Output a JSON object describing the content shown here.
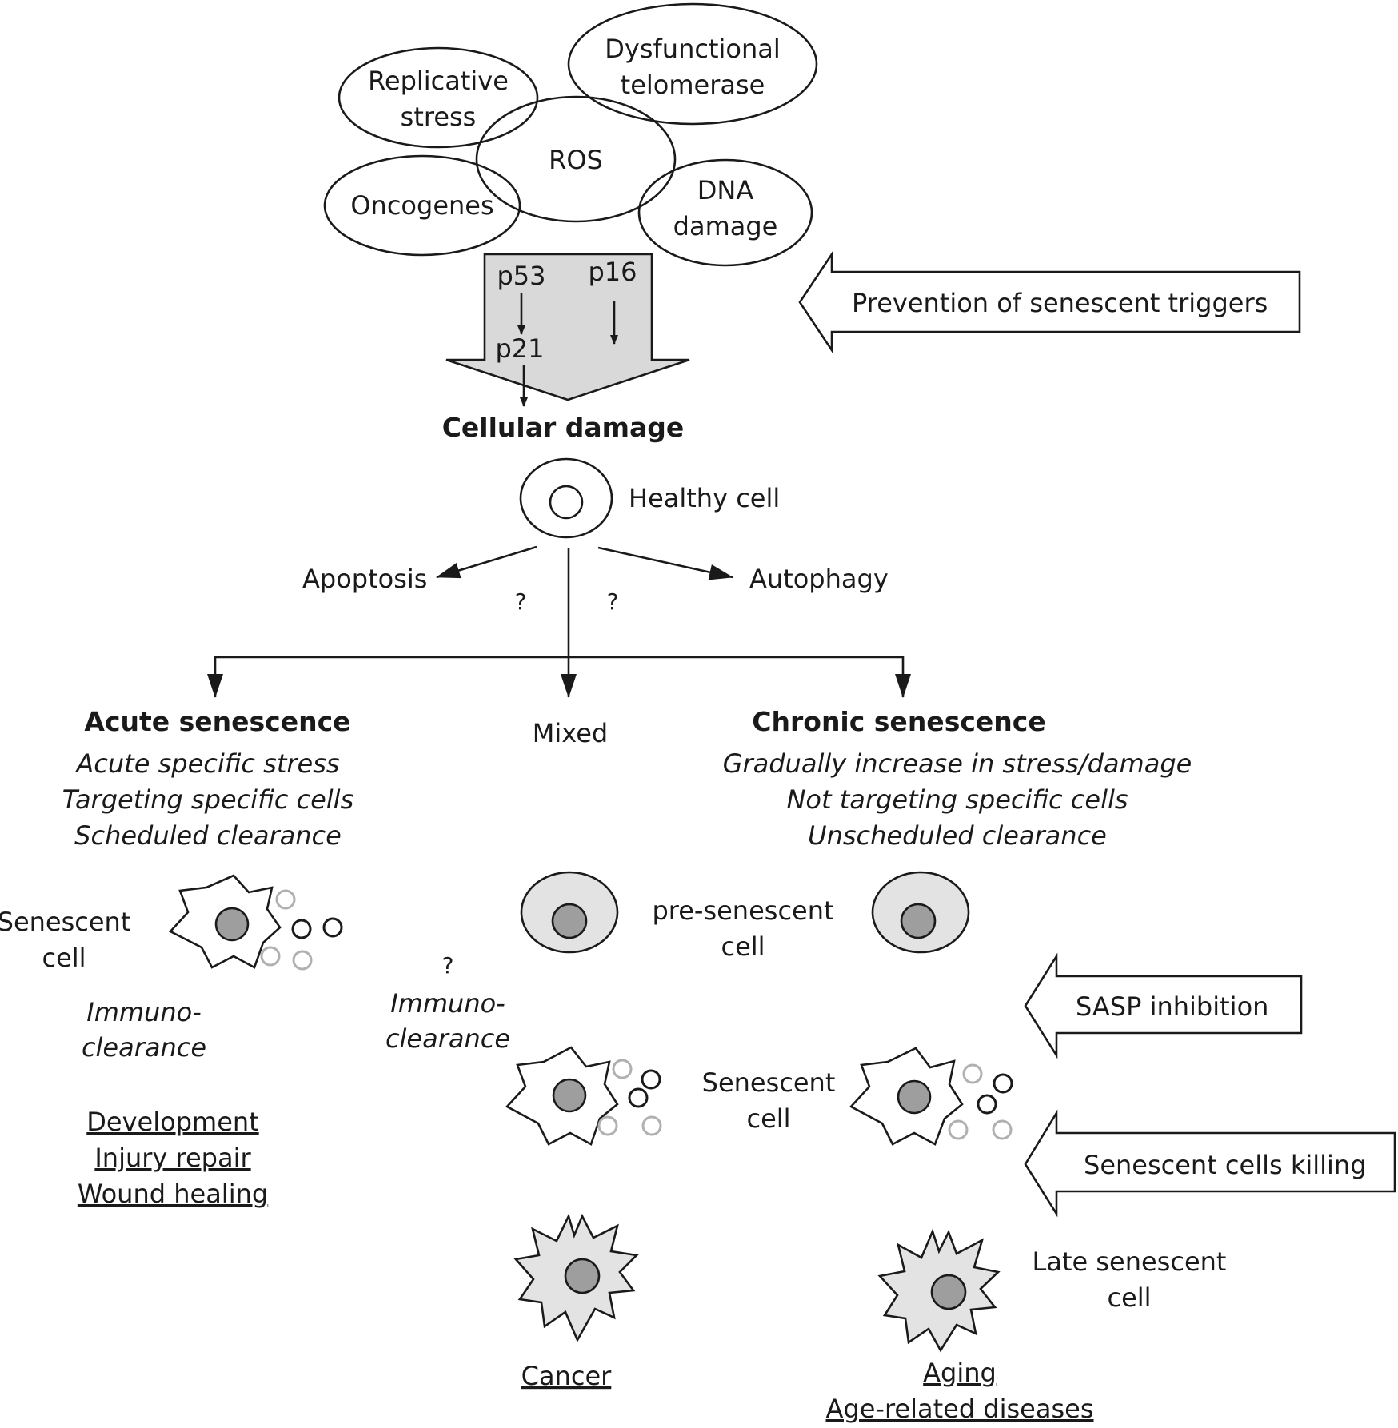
{
  "triggers": {
    "replicative_stress": [
      "Replicative",
      "stress"
    ],
    "dysfunctional_telomerase": [
      "Dysfunctional",
      "telomerase"
    ],
    "ros": "ROS",
    "oncogenes": "Oncogenes",
    "dna_damage": [
      "DNA",
      "damage"
    ]
  },
  "pathway": {
    "p53": "p53",
    "p16": "p16",
    "p21": "p21"
  },
  "cellular_damage": "Cellular damage",
  "healthy_cell": "Healthy cell",
  "outcomes": {
    "apoptosis": "Apoptosis",
    "autophagy": "Autophagy",
    "question": "?"
  },
  "interventions": {
    "prevention": "Prevention of senescent triggers",
    "sasp": "SASP inhibition",
    "killing": "Senescent cells killing"
  },
  "acute": {
    "title": "Acute senescence",
    "features": [
      "Acute specific stress",
      "Targeting specific cells",
      "Scheduled clearance"
    ],
    "cell_label": [
      "Senescent",
      "cell"
    ],
    "clearance": [
      "Immuno-",
      "clearance"
    ],
    "roles": [
      "Development",
      "Injury repair",
      "Wound healing"
    ]
  },
  "mixed": {
    "title": "Mixed",
    "question": "?",
    "clearance": [
      "Immuno-",
      "clearance"
    ],
    "outcome": "Cancer"
  },
  "chronic": {
    "title": "Chronic senescence",
    "features": [
      "Gradually increase in stress/damage",
      "Not targeting specific cells",
      "Unscheduled clearance"
    ],
    "outcomes": [
      "Aging",
      "Age-related diseases"
    ]
  },
  "stages": {
    "pre_senescent": [
      "pre-senescent",
      "cell"
    ],
    "senescent": [
      "Senescent",
      "cell"
    ],
    "late_senescent": [
      "Late senescent",
      "cell"
    ]
  }
}
